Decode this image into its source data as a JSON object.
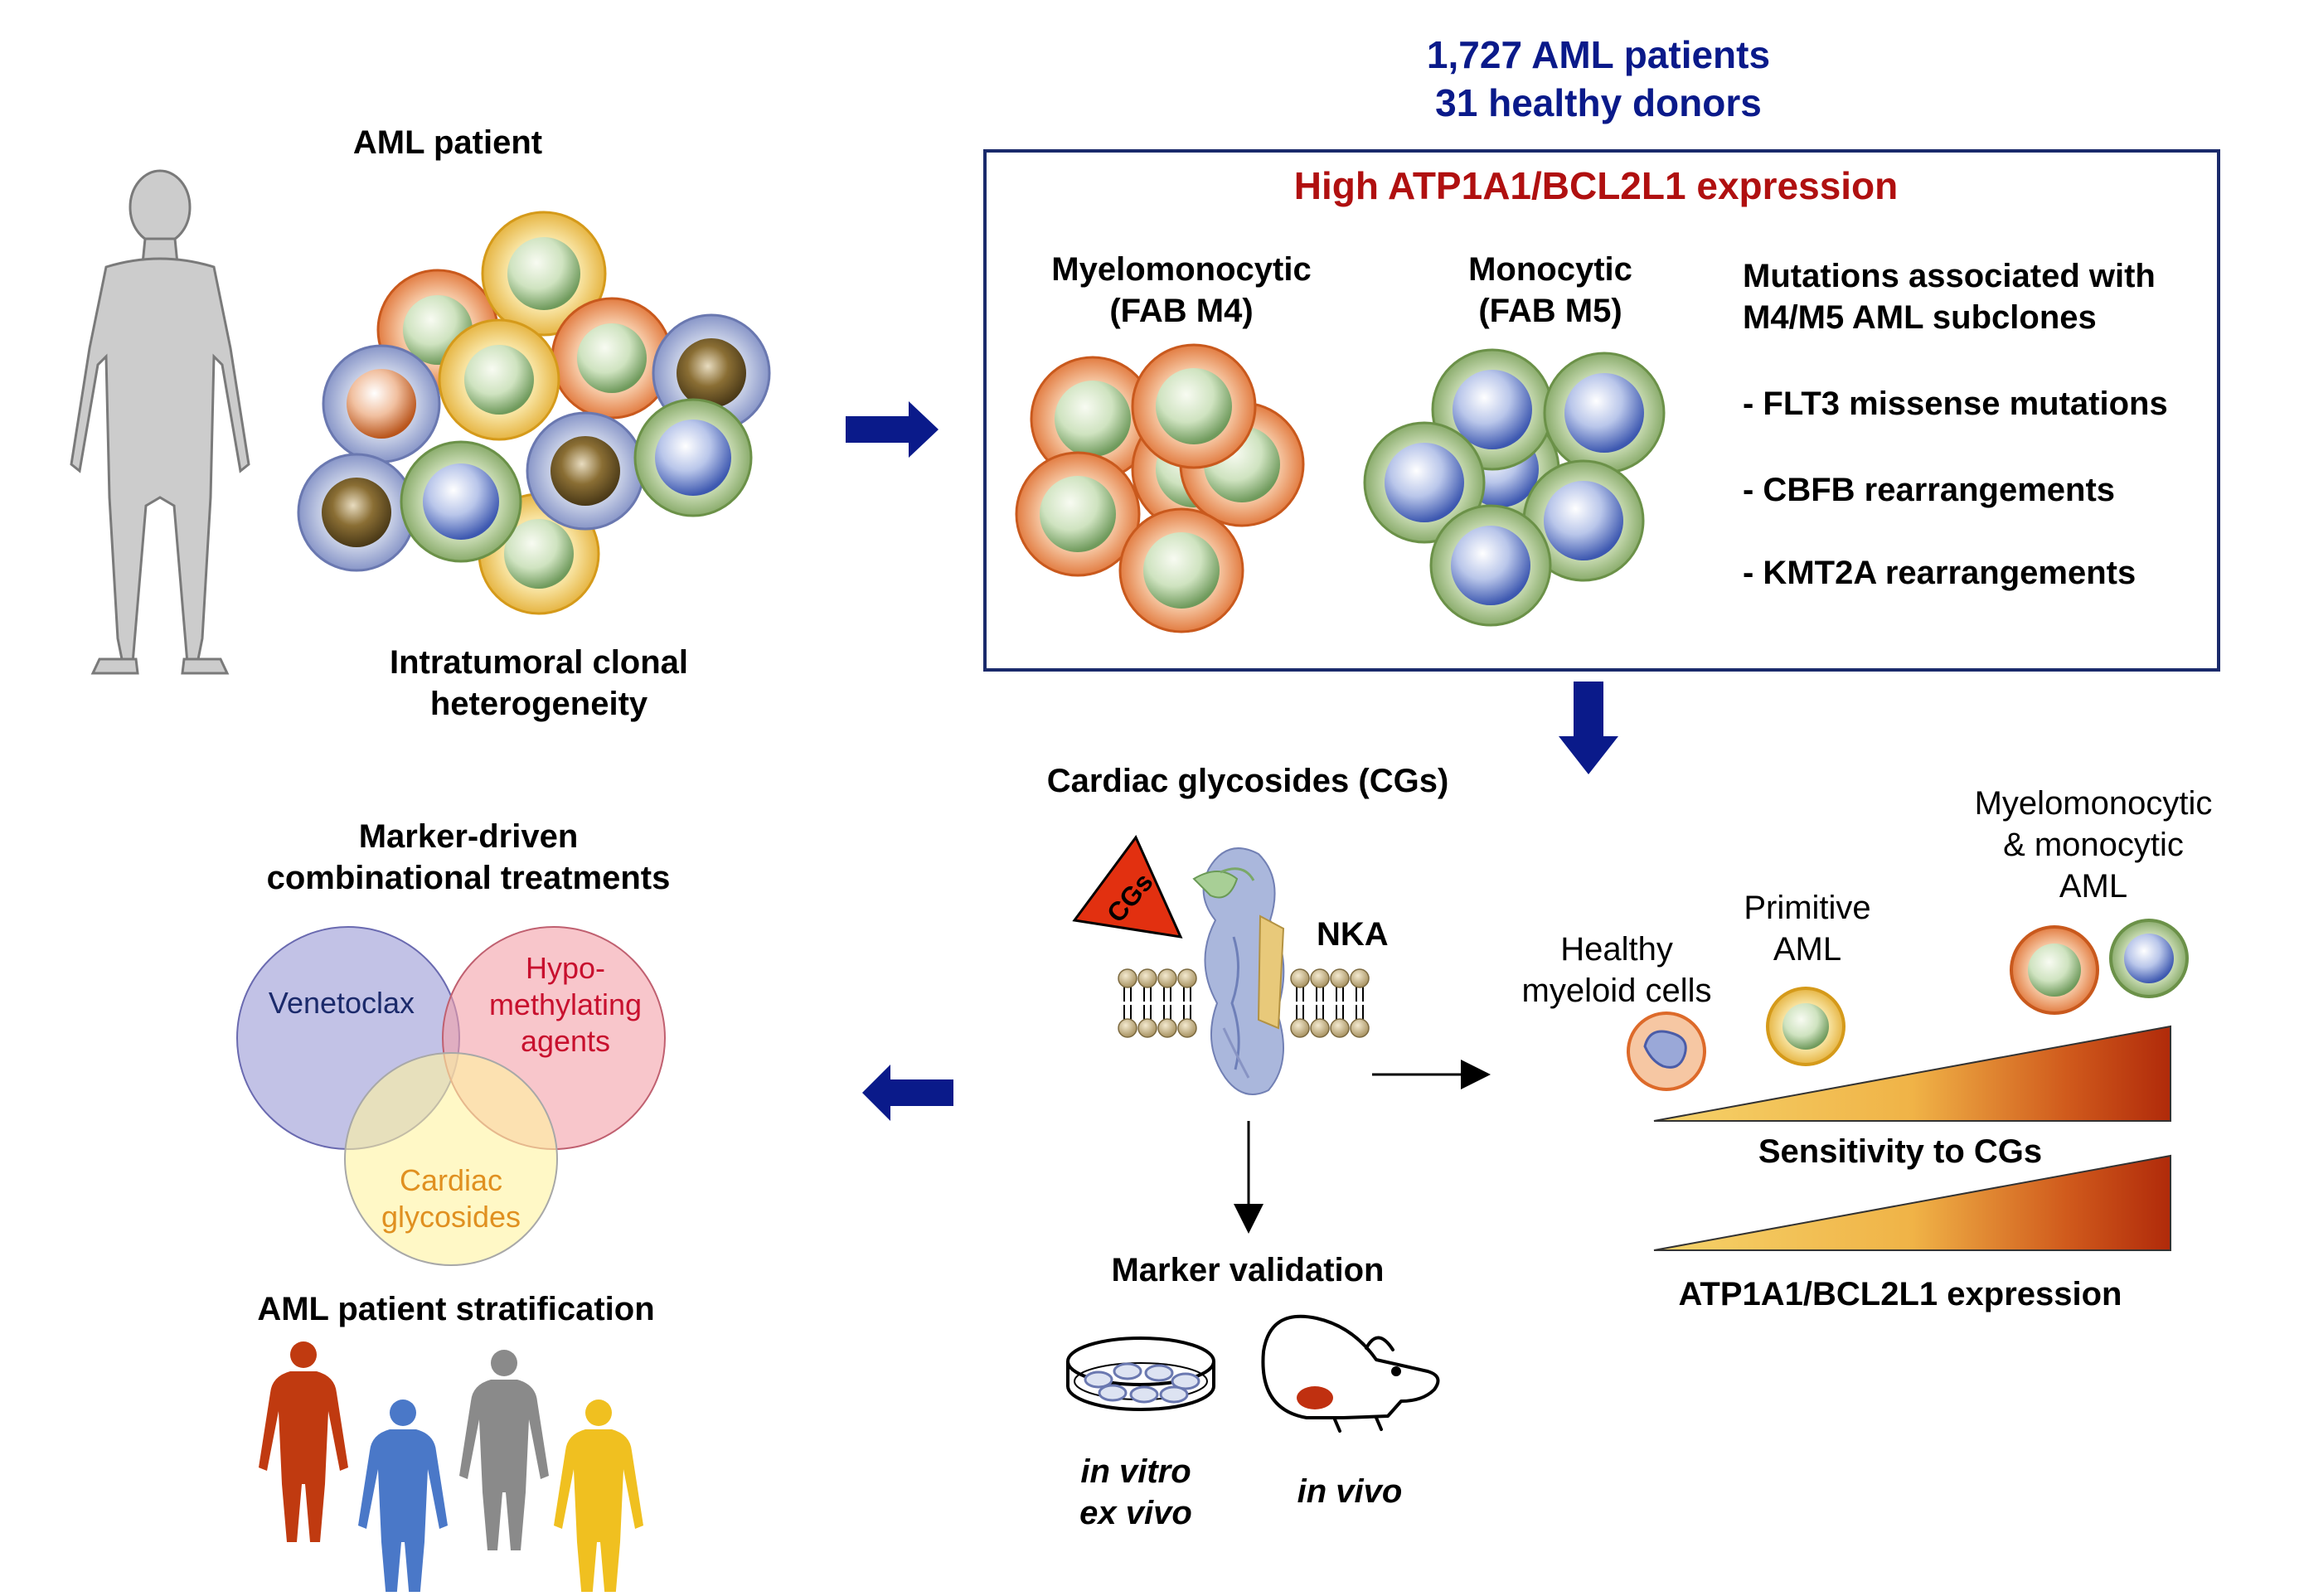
{
  "header": {
    "line1": "1,727 AML patients",
    "line2": "31 healthy donors"
  },
  "patient": {
    "title": "AML patient",
    "heterogeneity_line1": "Intratumoral clonal",
    "heterogeneity_line2": "heterogeneity"
  },
  "box": {
    "title": "High ATP1A1/BCL2L1 expression",
    "m4_line1": "Myelomonocytic",
    "m4_line2": "(FAB M4)",
    "m5_line1": "Monocytic",
    "m5_line2": "(FAB M5)",
    "mutations_line1": "Mutations associated with",
    "mutations_line2": "M4/M5 AML subclones",
    "mutations": [
      "- FLT3 missense mutations",
      "- CBFB rearrangements",
      "- KMT2A rearrangements"
    ]
  },
  "cg": {
    "title": "Cardiac glycosides (CGs)",
    "triangle_label": "CGs",
    "nka_label": "NKA"
  },
  "validation": {
    "title": "Marker validation",
    "invitro": "in vitro",
    "exvivo": "ex vivo",
    "invivo": "in vivo"
  },
  "sensitivity": {
    "healthy_line1": "Healthy",
    "healthy_line2": "myeloid cells",
    "primitive_line1": "Primitive",
    "primitive_line2": "AML",
    "myelo_line1": "Myelomonocytic",
    "myelo_line2": "& monocytic",
    "myelo_line3": "AML",
    "sens_label": "Sensitivity to CGs",
    "expr_label": "ATP1A1/BCL2L1 expression"
  },
  "treatment": {
    "title_line1": "Marker-driven",
    "title_line2": "combinational treatments",
    "venetoclax": "Venetoclax",
    "hypo_line1": "Hypo-",
    "hypo_line2": "methylating",
    "hypo_line3": "agents",
    "cardiac_line1": "Cardiac",
    "cardiac_line2": "glycosides",
    "stratification": "AML patient stratification"
  },
  "colors": {
    "navy": "#0a1a8a",
    "dark_red": "#b01010",
    "cg_red": "#e23010",
    "venetoclax": "#1b2a6b",
    "hypo": "#c8102e",
    "cardiac": "#e09020"
  }
}
